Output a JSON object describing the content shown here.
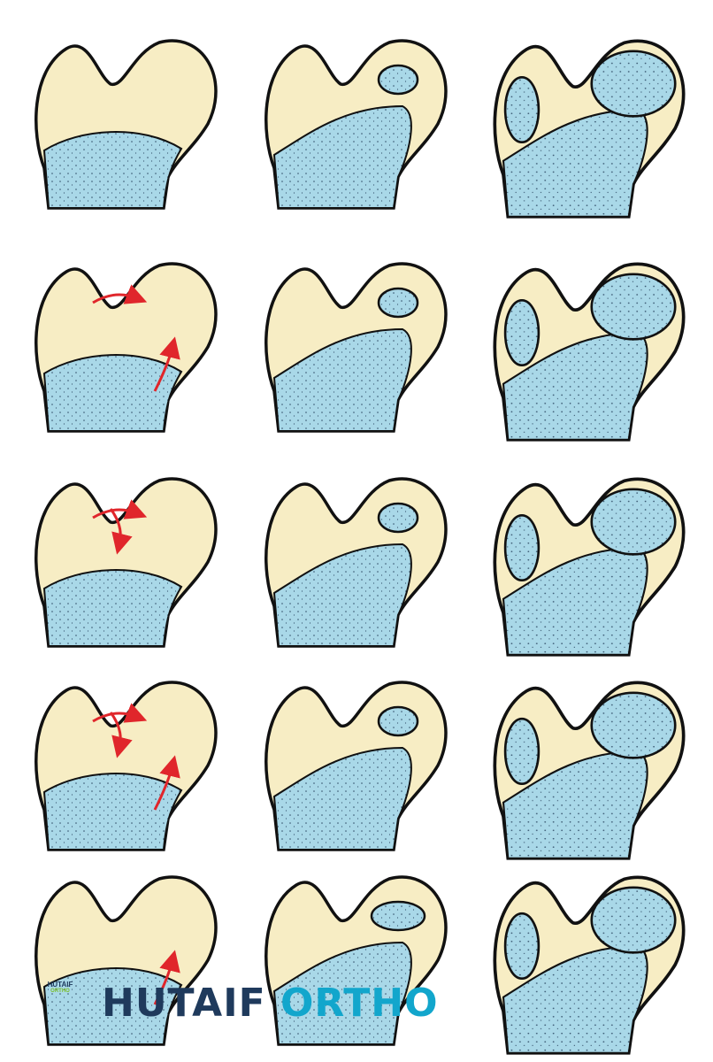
{
  "watermark": {
    "part1": "HUTAIF",
    "part2": "ORTHO",
    "colors": {
      "part1": "#1f3a5c",
      "part2": "#12a6cc"
    }
  },
  "logo": {
    "name": "HUTAIF",
    "sub": "ORTHO"
  },
  "colors": {
    "cartilage": "#f7edc4",
    "bone": "#a9d8e8",
    "outline": "#111111",
    "arrow": "#e0262b"
  },
  "grid": {
    "rows": 5,
    "columns": 3
  }
}
